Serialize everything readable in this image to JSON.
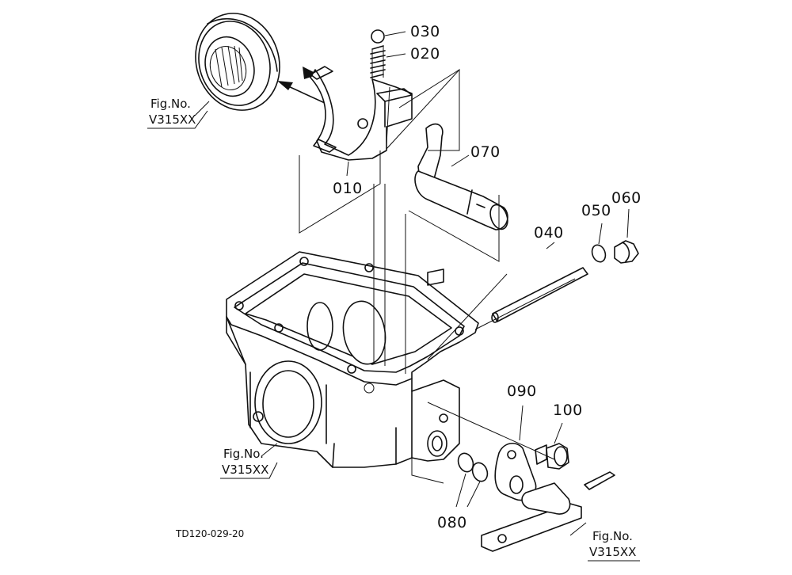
{
  "parts": {
    "p010": "010",
    "p020": "020",
    "p030": "030",
    "p040": "040",
    "p050": "050",
    "p060": "060",
    "p070": "070",
    "p080": "080",
    "p090": "090",
    "p100": "100"
  },
  "figrefs": {
    "top_left": {
      "line1": "Fig.No.",
      "line2": "V315XX"
    },
    "mid_left": {
      "line1": "Fig.No.",
      "line2": "V315XX"
    },
    "bottom_right": {
      "line1": "Fig.No.",
      "line2": "V315XX"
    }
  },
  "drawing_code": "TD120-029-20"
}
